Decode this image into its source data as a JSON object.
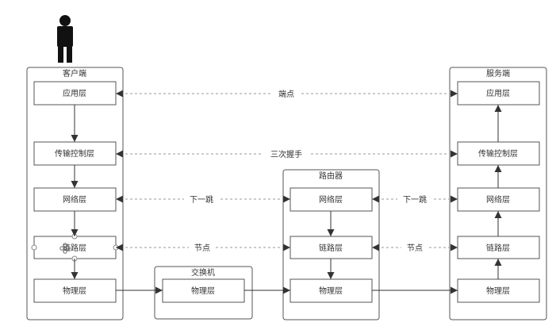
{
  "client": {
    "title": "客户端",
    "layers": {
      "app": "应用层",
      "transport": "传输控制层",
      "network": "网络层",
      "link": "链路层",
      "physical": "物理层"
    }
  },
  "switch": {
    "title": "交换机",
    "layers": {
      "physical": "物理层"
    }
  },
  "router": {
    "title": "路由器",
    "layers": {
      "network": "网络层",
      "link": "链路层",
      "physical": "物理层"
    }
  },
  "server": {
    "title": "服务端",
    "layers": {
      "app": "应用层",
      "transport": "传输控制层",
      "network": "网络层",
      "link": "链路层",
      "physical": "物理层"
    }
  },
  "links": {
    "app_peer": "端点",
    "transport_peer": "三次握手",
    "next_hop_client": "下一跳",
    "next_hop_server": "下一跳",
    "node_client": "节点",
    "node_server": "节点"
  },
  "colors": {
    "stroke": "#555555",
    "line": "#333333",
    "dashed": "#999999",
    "text": "#333333",
    "person": "#111111",
    "background": "#ffffff"
  },
  "icons": {
    "person": "person-icon"
  }
}
